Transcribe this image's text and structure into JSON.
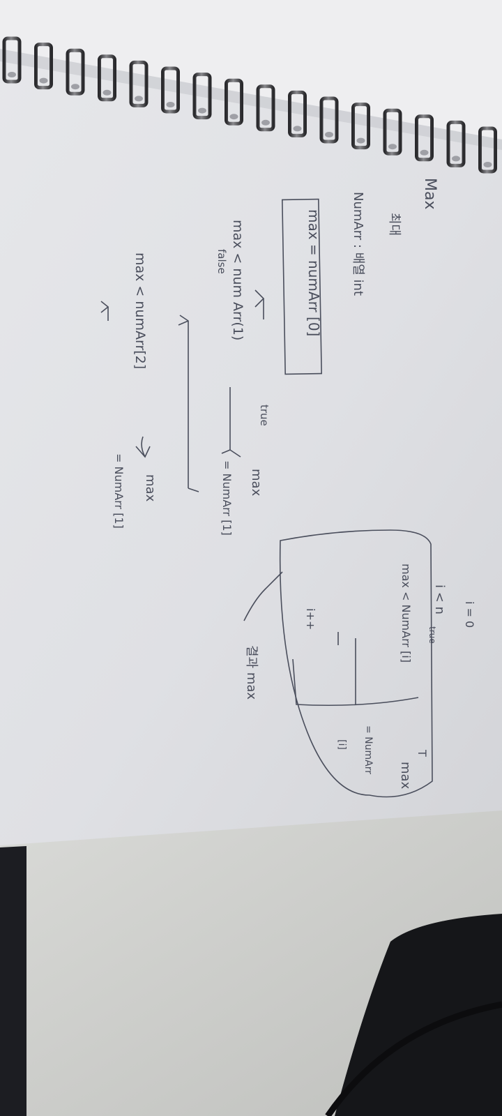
{
  "photo": {
    "subject": "spiral notebook page with handwritten flowchart (rotated photo)",
    "colors": {
      "page": "#dcdde2",
      "ink": "#4a4e5c",
      "desk": "#cfd0cd",
      "dark": "#1c1d22"
    }
  },
  "notes": {
    "title": "Max",
    "subtitle": "최대",
    "decl": "NumArr : 배열 int",
    "init_box": "max = numArr [0]",
    "cond_1": "max < num Arr(1)",
    "label_true": "true",
    "label_false": "false",
    "assign_1a": "max",
    "assign_1b": "= NumArr [1]",
    "cond_2": "max < numArr[2]",
    "assign_2a": "max",
    "assign_2b": "= NumArr [1]",
    "loop_init": "i = 0",
    "loop_cond": "i < n",
    "loop_true": "true",
    "loop_body_cond": "max < NumArr [i]",
    "loop_T": "T",
    "loop_assign_a": "max",
    "loop_assign_b": "= NumArr",
    "loop_assign_c": "[i]",
    "loop_incr": "i++",
    "result": "결과 max"
  }
}
